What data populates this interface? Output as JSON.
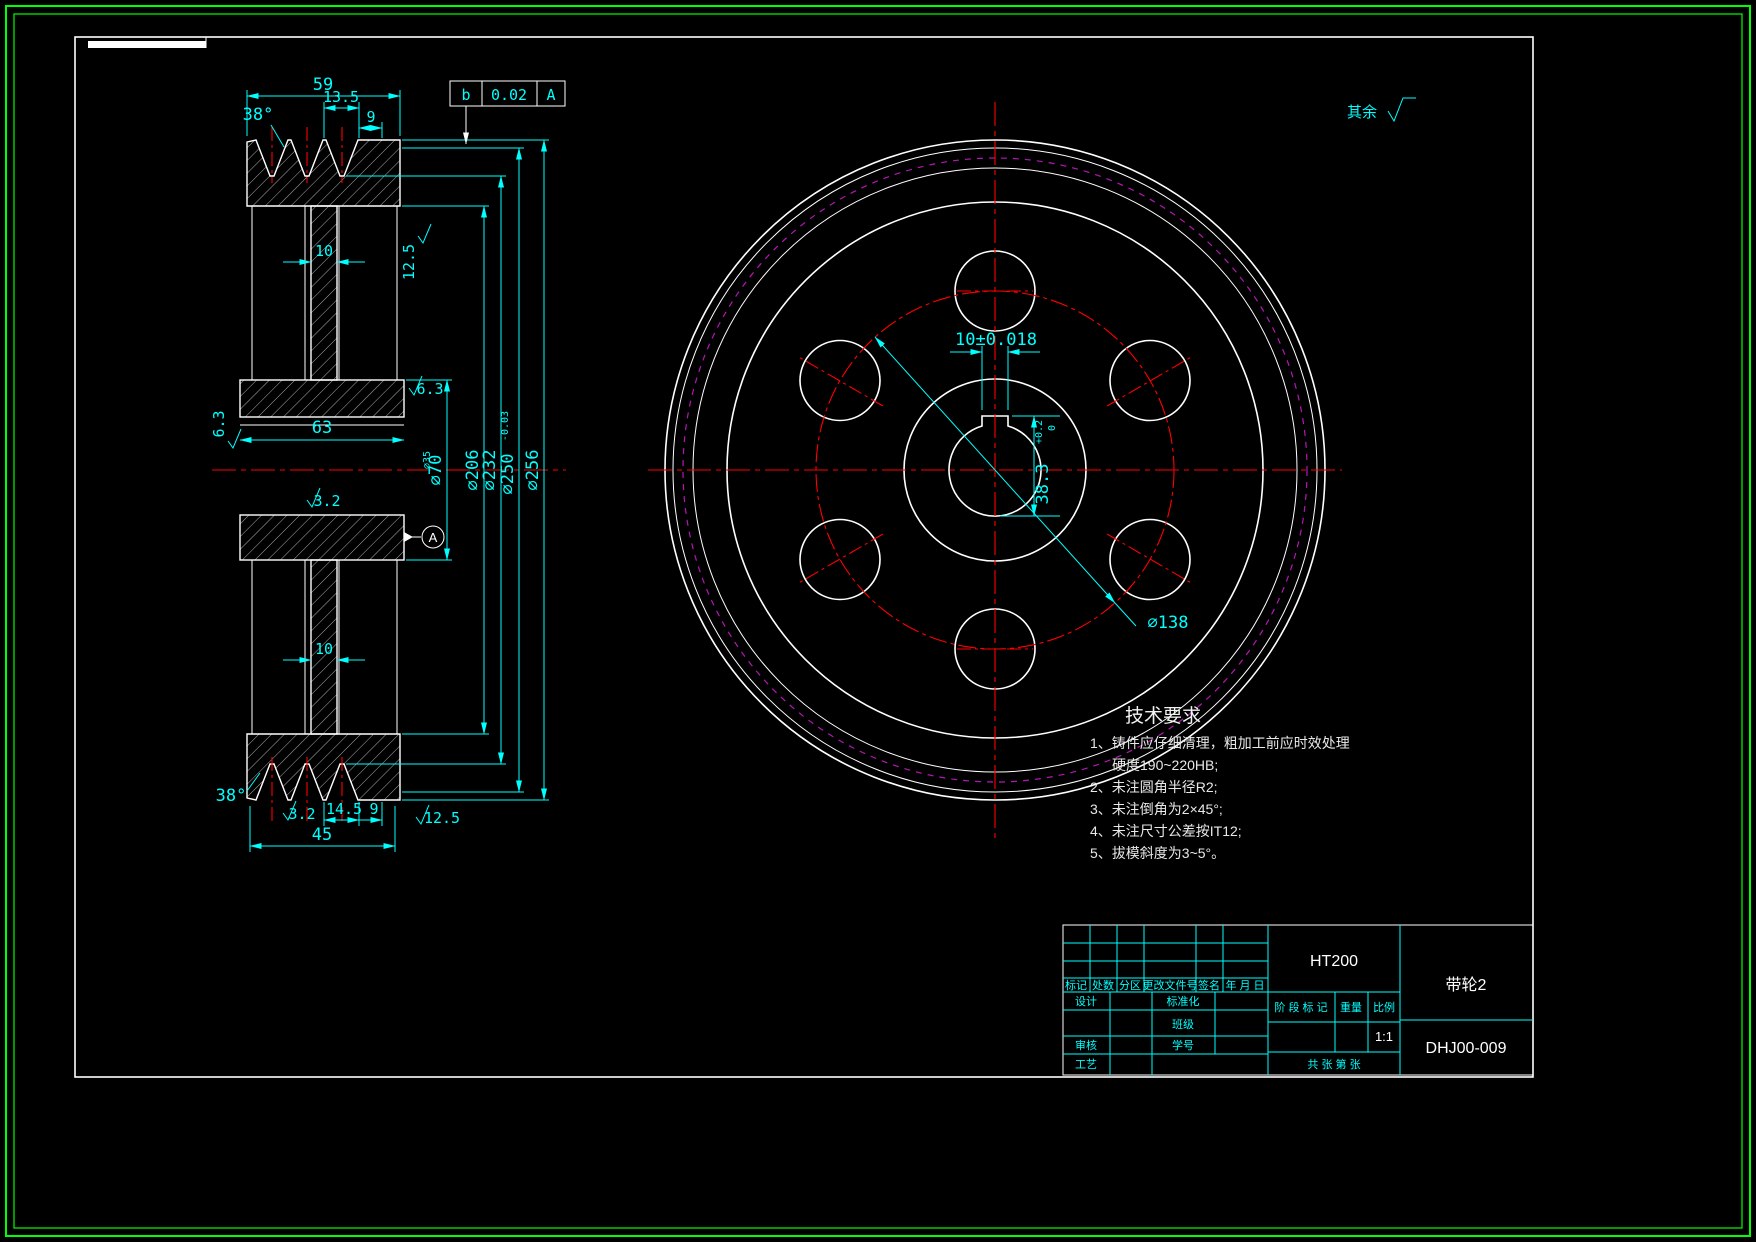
{
  "colors": {
    "background": "#000000",
    "border": "#00FF00",
    "lines": "#FFFFFF",
    "dimensions": "#00FFFF",
    "centerlines": "#FF0000",
    "pitch_circle": "#B517B5"
  },
  "fcf": {
    "symbol": "b",
    "tolerance": "0.02",
    "datum": "A"
  },
  "left_view": {
    "dim_width_top": "59",
    "dim_groove_pitch": "13.5",
    "dim_edge_top": "9",
    "angle_top": "38°",
    "dim_web_top": "10",
    "dim_hub_length": "63",
    "bore_label": "∅35",
    "dim_web_bottom": "10",
    "angle_bottom": "38°",
    "dim_pitch_bottom": "14.5",
    "dim_edge_bottom": "9",
    "dim_width_bottom": "45",
    "dia70": "∅70",
    "dia206": "∅206",
    "dia232": "∅232",
    "dia250": "∅250",
    "dia250_tol": "-0.03",
    "dia256": "∅256",
    "datum_label": "A",
    "rough_right_upper": "12.5",
    "rough_right_hub": "6.3",
    "rough_left_hub": "6.3",
    "rough_bore": "3.2",
    "rough_bottom_left": "3.2",
    "rough_bottom_right": "12.5"
  },
  "right_view": {
    "dim_keyway_width": "10±0.018",
    "dim_keyway_depth": "38.3",
    "keyway_tol_upper": "+0.2",
    "keyway_tol_lower": "0",
    "dim_bolt_circle": "∅138"
  },
  "notes": {
    "others_label": "其余",
    "title": "技术要求",
    "items": [
      "1、铸件应仔细清理，粗加工前应时效处理",
      "硬度190~220HB;",
      "2、未注圆角半径R2;",
      "3、未注倒角为2×45°;",
      "4、未注尺寸公差按IT12;",
      "5、拔模斜度为3~5°。"
    ]
  },
  "title_block": {
    "material": "HT200",
    "part_name": "带轮2",
    "drawing_no": "DHJ00-009",
    "rev_headers": [
      "标记",
      "处数",
      "分区",
      "更改文件号",
      "签名",
      "年 月 日"
    ],
    "design": "设计",
    "standardization": "标准化",
    "grade": "班级",
    "check": "审核",
    "student_no": "学号",
    "process": "工艺",
    "stage_mark": "阶 段 标 记",
    "weight": "重量",
    "scale": "比例",
    "scale_value": "1:1",
    "sheet_info": "共  张  第  张"
  }
}
